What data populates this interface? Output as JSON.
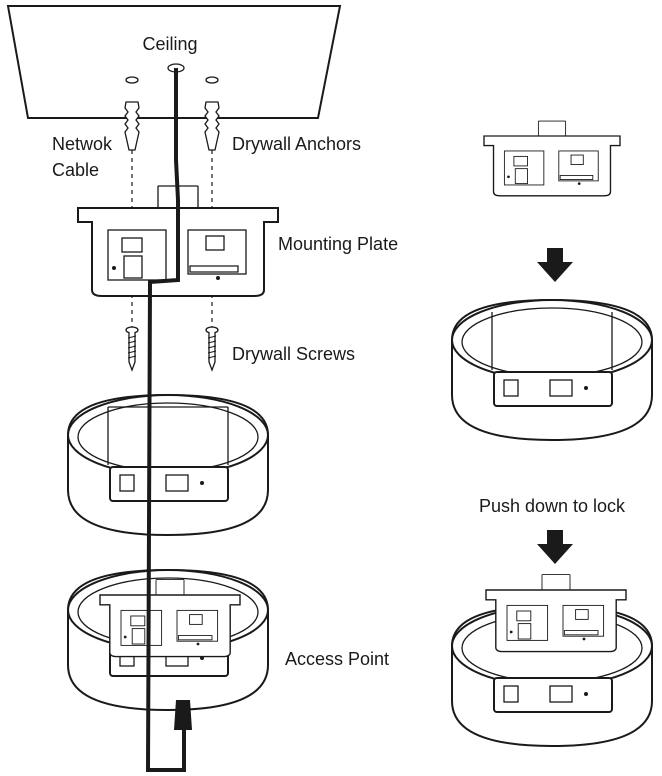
{
  "labels": {
    "ceiling": "Ceiling",
    "network_cable_line1": "Netwok",
    "network_cable_line2": "Cable",
    "drywall_anchors": "Drywall Anchors",
    "mounting_plate": "Mounting Plate",
    "drywall_screws": "Drywall Screws",
    "access_point": "Access Point",
    "push_down": "Push down to lock"
  },
  "colors": {
    "ink": "#1a1a1a",
    "background": "#ffffff"
  }
}
